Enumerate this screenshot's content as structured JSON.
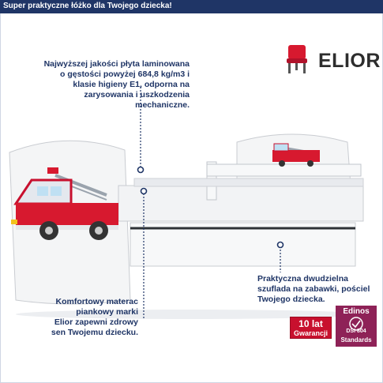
{
  "header": {
    "title": "Super praktyczne łóżko dla Twojego dziecka!"
  },
  "brand": {
    "name": "ELIOR"
  },
  "annotations": {
    "board": [
      "Najwyższej jakości płyta laminowana",
      "o gęstości powyżej 684,8 kg/m3 i",
      "klasie higieny E1, odporna na",
      "zarysowania i uszkodzenia",
      "mechaniczne."
    ],
    "mattress": [
      "Komfortowy materac",
      "piankowy marki",
      "Elior zapewni zdrowy",
      "sen Twojemu dziecku."
    ],
    "drawer": [
      "Praktyczna dwudzielna",
      "szuflada na zabawki, pościel",
      "Twojego dziecka."
    ]
  },
  "badges": {
    "warranty_big": "10 lat",
    "warranty_small": "Gwarancji",
    "edinos_title": "Edinos",
    "edinos_mid": "DSI 804",
    "edinos_foot": "Standards"
  },
  "colors": {
    "navy": "#1f3566",
    "red": "#c8102e",
    "magenta": "#8e2257"
  }
}
